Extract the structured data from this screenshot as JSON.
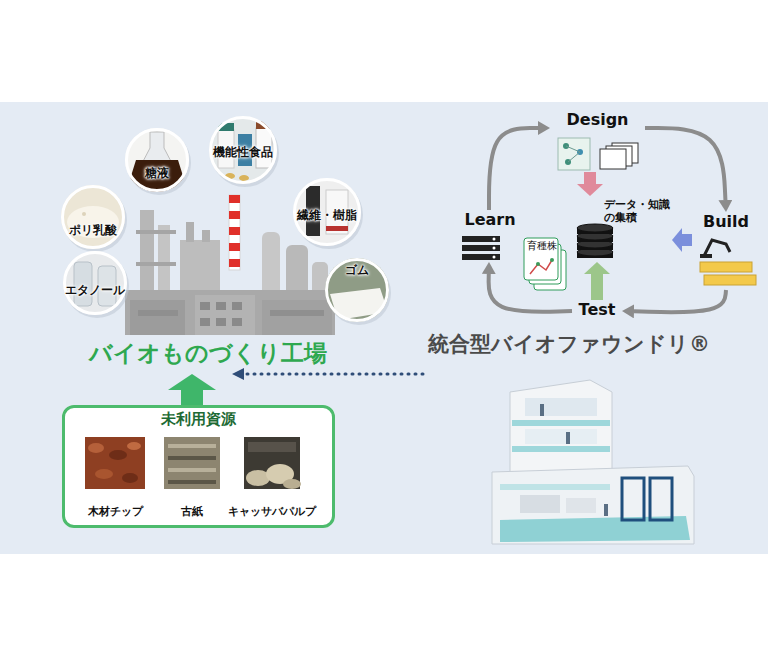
{
  "diagram": {
    "nodes": [
      {
        "text": [
          "糖液"
        ]
      },
      {
        "text": [
          "機能性食品"
        ]
      },
      {
        "text": [
          "ポリ乳酸"
        ]
      },
      {
        "text": [
          "繊維・樹脂"
        ]
      },
      {
        "text": [
          "エタノール"
        ]
      },
      {
        "text": [
          "ゴム"
        ]
      },
      {
        "text": [
          "バイオものづくり工場"
        ]
      },
      {
        "text": [
          "未利用資源"
        ]
      },
      {
        "text": [
          "木材チップ"
        ],
        "in": 7
      },
      {
        "text": [
          "古紙"
        ],
        "in": 7
      },
      {
        "text": [
          "キャッサバパルプ"
        ],
        "in": 7
      },
      {
        "text": [
          "Design"
        ]
      },
      {
        "text": [
          "データ・知識 の集積"
        ]
      },
      {
        "text": [
          "Learn"
        ]
      },
      {
        "text": [
          "Build"
        ]
      },
      {
        "text": [
          "Test"
        ]
      },
      {
        "text": [
          "統合型バイオファウンドリ®"
        ]
      }
    ],
    "edges": [
      {
        "from": 7,
        "to": 6,
        "arrow": "to"
      },
      {
        "from": 16,
        "to": 6,
        "arrow": "to"
      },
      {
        "from": 11,
        "to": 14,
        "arrow": "to"
      },
      {
        "from": 14,
        "to": 15,
        "arrow": "to"
      },
      {
        "from": 15,
        "to": 13,
        "arrow": "to"
      },
      {
        "from": 13,
        "to": 11,
        "arrow": "to"
      },
      {
        "from": 11,
        "to": 12,
        "arrow": "to"
      },
      {
        "from": 14,
        "to": 12,
        "arrow": "to"
      },
      {
        "from": 15,
        "to": 12,
        "arrow": "to"
      }
    ],
    "labels": [
      "育種株"
    ]
  }
}
